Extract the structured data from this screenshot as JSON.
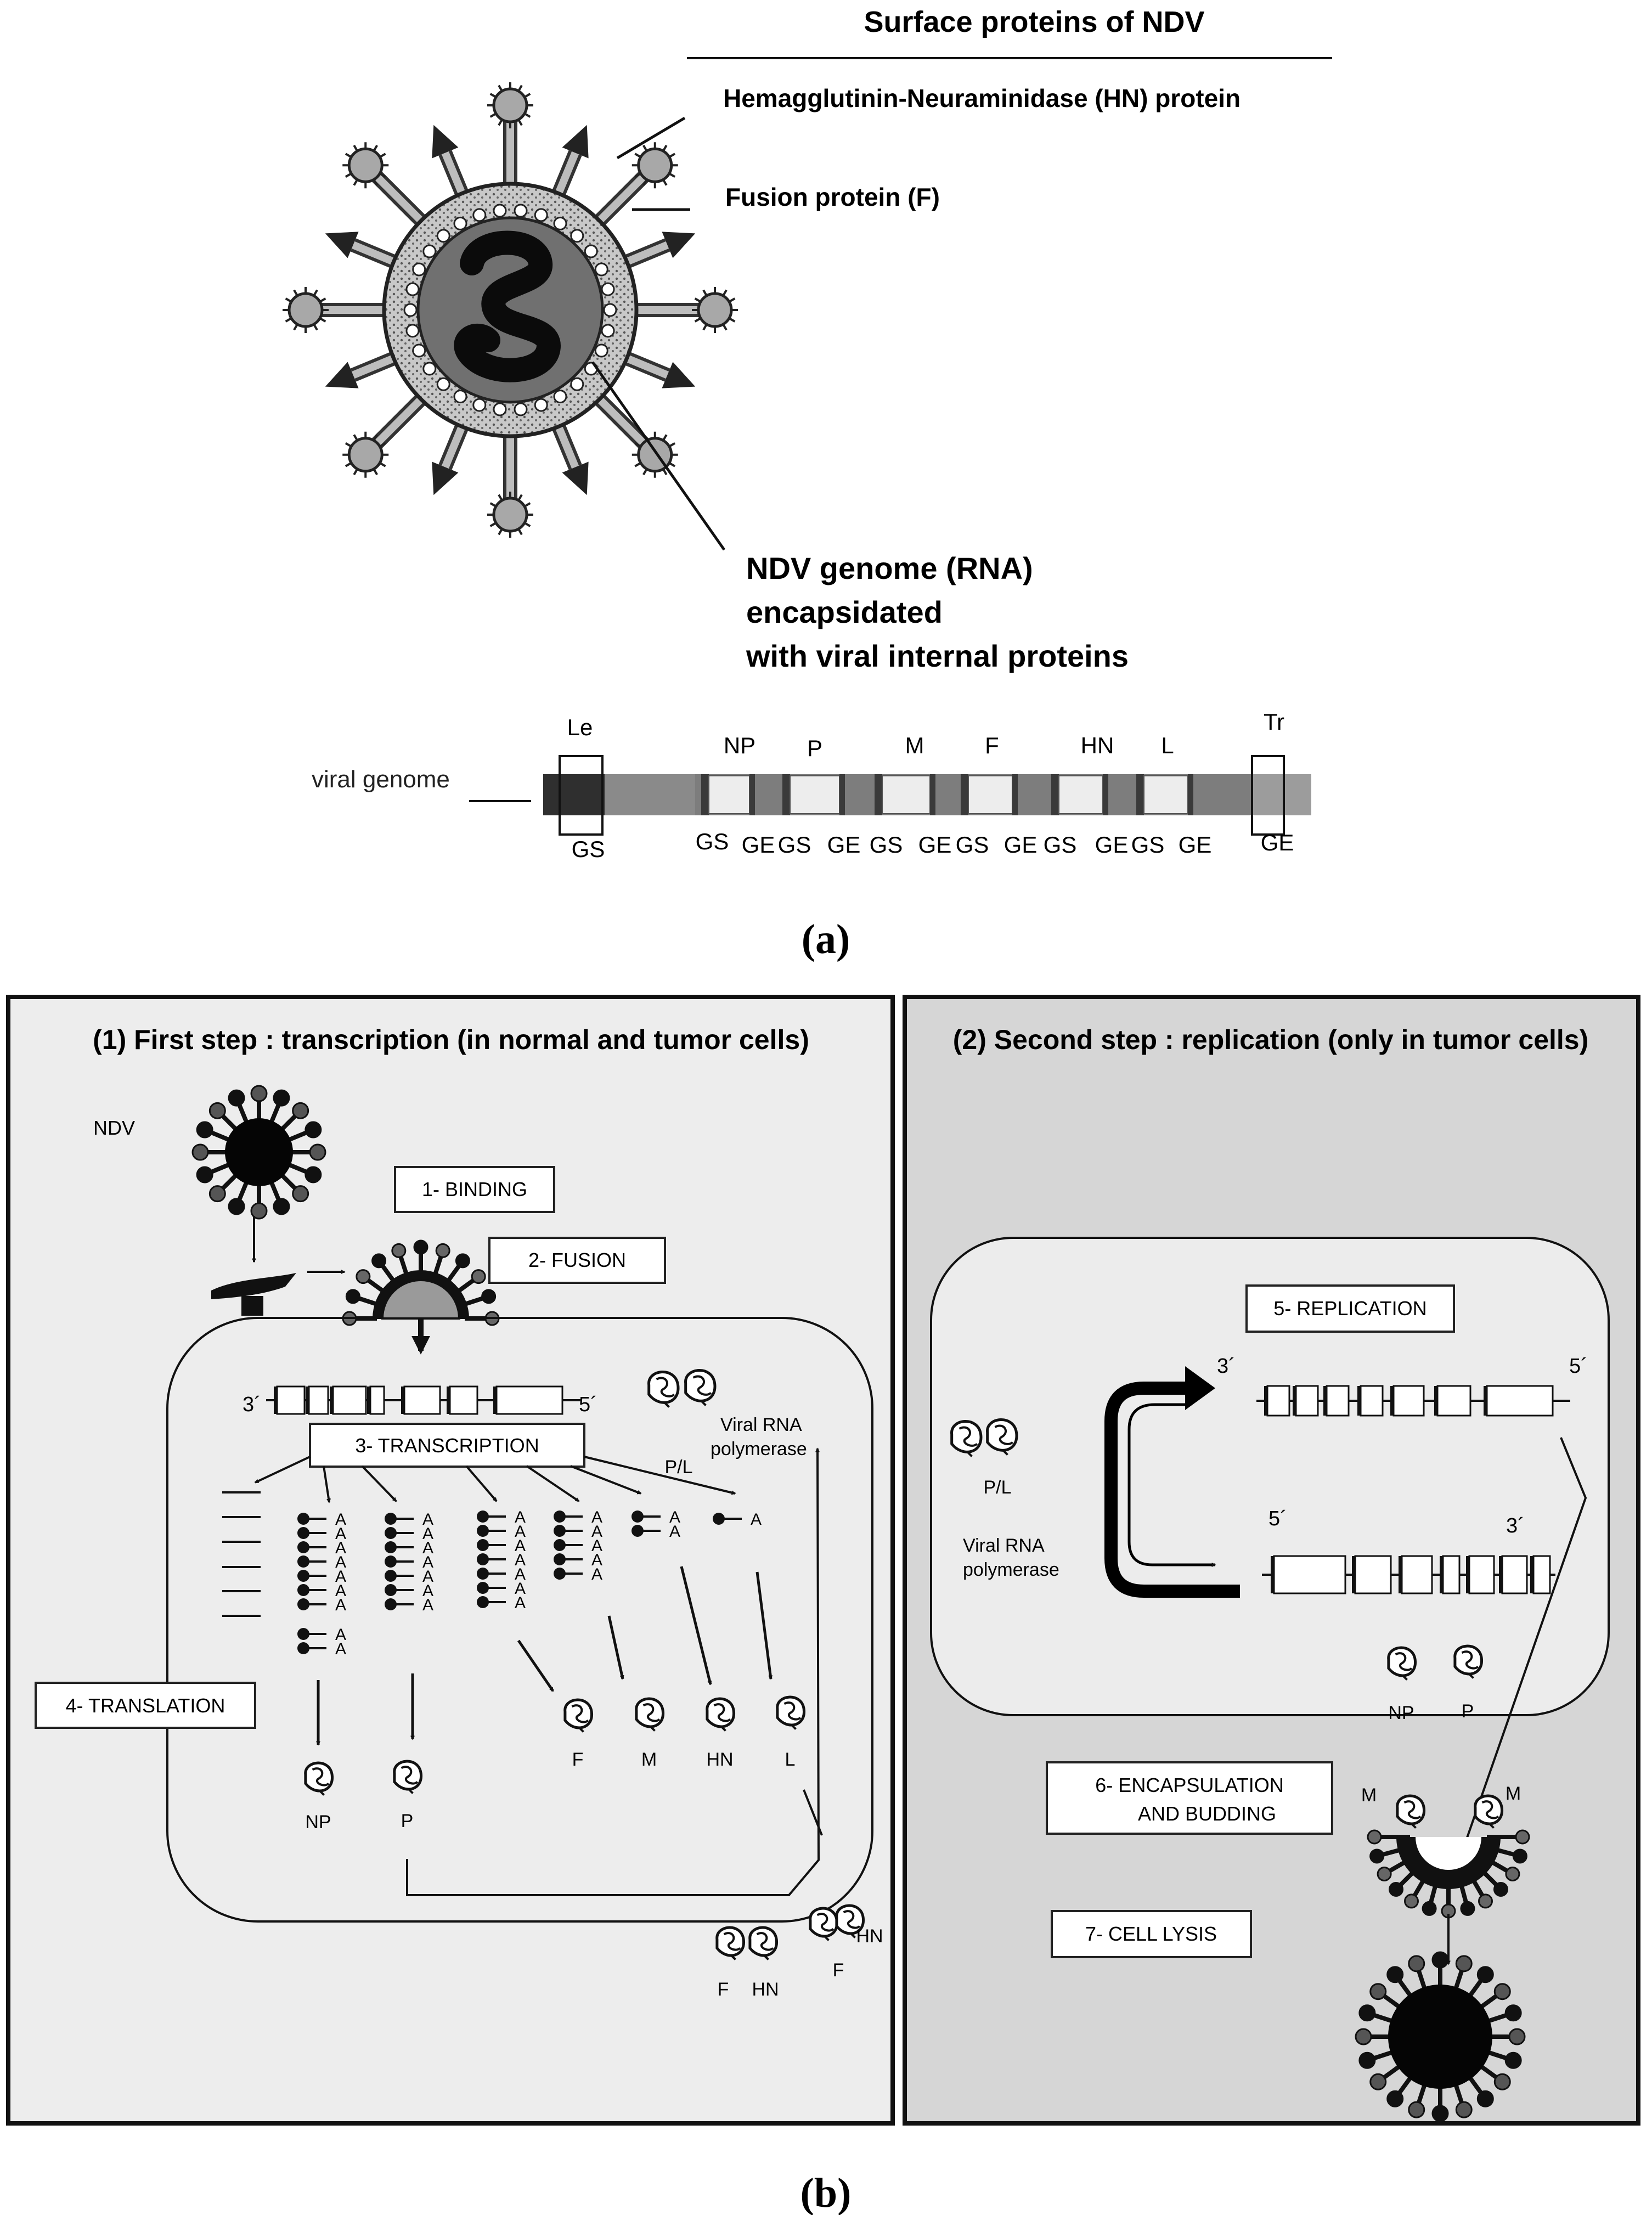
{
  "panel_a": {
    "header": "Surface proteins of NDV",
    "hn_label": "Hemagglutinin-Neuraminidase (HN) protein",
    "f_label": "Fusion protein (F)",
    "genome_label_lines": [
      "NDV genome (RNA)",
      "encapsidated",
      "with viral internal proteins"
    ],
    "viral_genome_label": "viral genome",
    "genome_top_labels": {
      "le": "Le",
      "np": "NP",
      "p": "P",
      "m": "M",
      "f": "F",
      "hn": "HN",
      "l": "L",
      "tr": "Tr"
    },
    "genome_bottom_labels": [
      "GS",
      "GS",
      "GE",
      "GS",
      "GE",
      "GS",
      "GE",
      "GS",
      "GE",
      "GS",
      "GE",
      "GS",
      "GE",
      "GE"
    ],
    "caption": "(a)"
  },
  "panel_b": {
    "caption": "(b)",
    "left": {
      "title": "(1) First step : transcription (in normal and tumor cells)",
      "ndv_label": "NDV",
      "binding": "1- BINDING",
      "fusion": "2- FUSION",
      "transcription": "3- TRANSCRIPTION",
      "translation": "4- TRANSLATION",
      "three_prime": "3´",
      "five_prime": "5´",
      "polymerase_lines": [
        "Viral RNA",
        "polymerase"
      ],
      "pl_label": "P/L",
      "poly_a": "A",
      "protein_labels": {
        "np": "NP",
        "p": "P",
        "f": "F",
        "m": "M",
        "hn": "HN",
        "l": "L"
      },
      "exit_labels": {
        "f1": "F",
        "hn1": "HN",
        "hn2": "HN",
        "f2": "F"
      }
    },
    "right": {
      "title": "(2) Second step : replication (only in tumor cells)",
      "replication": "5- REPLICATION",
      "encapsulation_lines": [
        "6- ENCAPSULATION",
        "AND BUDDING"
      ],
      "lysis": "7- CELL LYSIS",
      "three_prime": "3´",
      "five_prime": "5´",
      "pl_label": "P/L",
      "polymerase_lines": [
        "Viral RNA",
        "polymerase"
      ],
      "protein_labels": {
        "np": "NP",
        "p": "P",
        "m1": "M",
        "m2": "M"
      }
    }
  }
}
